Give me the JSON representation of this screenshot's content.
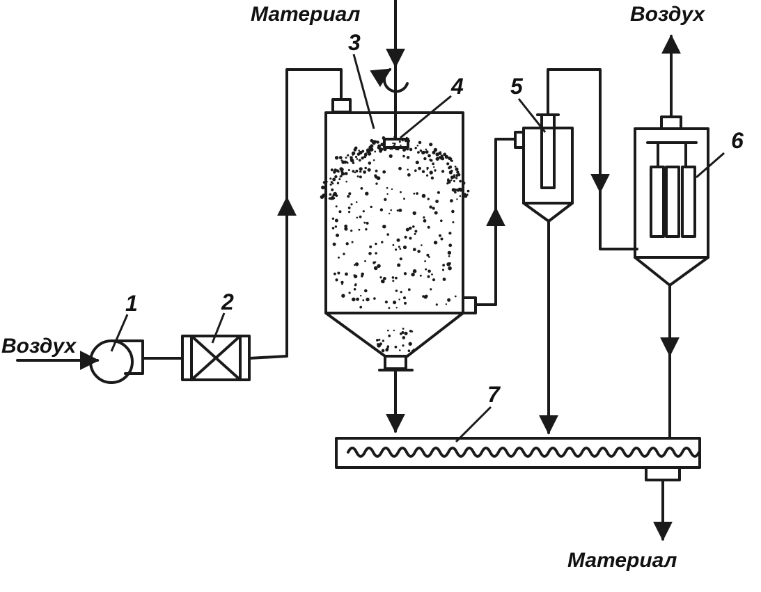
{
  "labels": {
    "material_in": "Материал",
    "air_out": "Воздух",
    "air_in": "Воздух",
    "material_out": "Материал"
  },
  "numbers": {
    "n1": "1",
    "n2": "2",
    "n3": "3",
    "n4": "4",
    "n5": "5",
    "n6": "6",
    "n7": "7"
  }
}
